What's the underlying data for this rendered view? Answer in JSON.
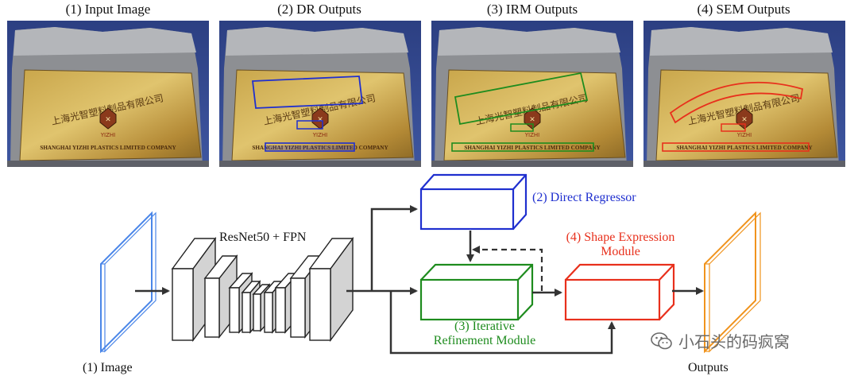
{
  "panels": [
    {
      "title": "(1) Input Image"
    },
    {
      "title": "(2) DR Outputs"
    },
    {
      "title": "(3) IRM Outputs"
    },
    {
      "title": "(4) SEM Outputs"
    }
  ],
  "sign": {
    "chinese_text": "上海光智塑料制品有限公司",
    "logo_text": "YIZHI",
    "english_text": "SHANGHAI YIZHI PLASTICS LIMITED COMPANY"
  },
  "diagram": {
    "image_label": "(1) Image",
    "backbone_label": "ResNet50 + FPN",
    "dr_label": "(2) Direct Regressor",
    "irm_label_line1": "(3) Iterative",
    "irm_label_line2": "Refinement Module",
    "sem_label_line1": "(4) Shape Expression",
    "sem_label_line2": "Module",
    "outputs_label": "Outputs"
  },
  "colors": {
    "dr": "#1f2fcf",
    "irm": "#1e8c1e",
    "sem": "#e8301c",
    "input": "#4a86e8",
    "output": "#f0931c"
  },
  "watermark": {
    "text": "小石头的码疯窝",
    "icon": "wechat-icon"
  }
}
